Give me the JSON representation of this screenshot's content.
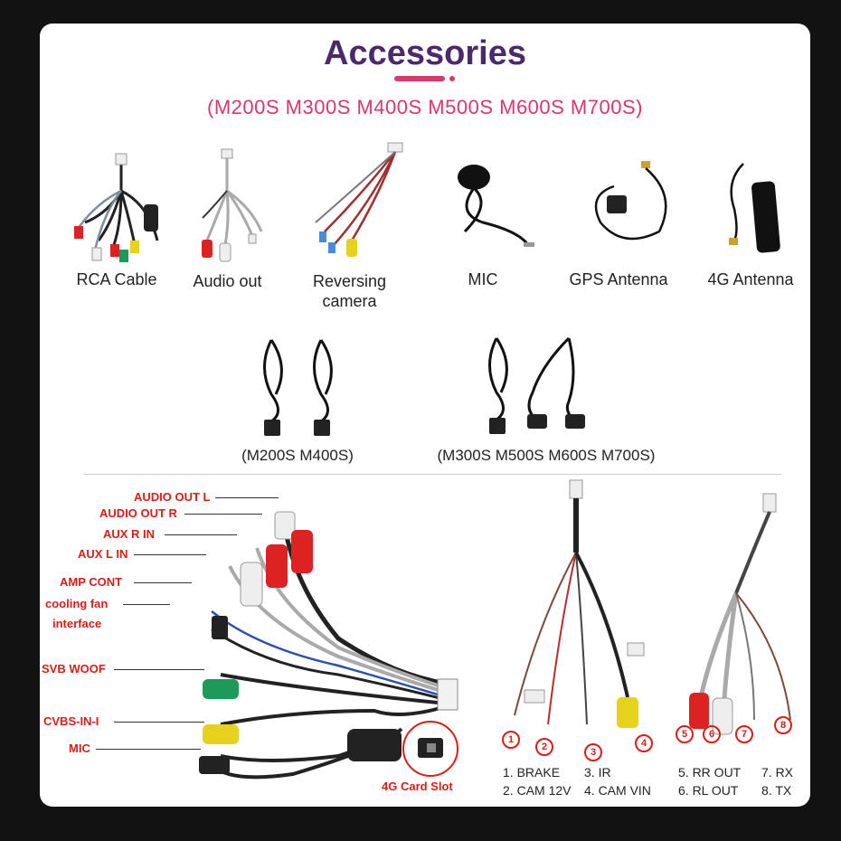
{
  "header": {
    "title": "Accessories",
    "models": "(M200S M300S M400S M500S M600S M700S)",
    "accent_color": "#d8386a",
    "title_color": "#4a2a6b"
  },
  "products": [
    {
      "label": "RCA Cable",
      "icon": "rca-cable-icon"
    },
    {
      "label": "Audio out",
      "icon": "audio-out-cable-icon"
    },
    {
      "label": "Reversing camera",
      "icon": "reversing-camera-cable-icon"
    },
    {
      "label": "MIC",
      "icon": "microphone-icon"
    },
    {
      "label": "GPS Antenna",
      "icon": "gps-antenna-icon"
    },
    {
      "label": "4G Antenna",
      "icon": "4g-antenna-icon"
    }
  ],
  "usb_cables": [
    {
      "label": "(M200S M400S)"
    },
    {
      "label": "(M300S M500S M600S M700S)"
    }
  ],
  "rca_diagram": {
    "labels": [
      "AUDIO OUT L",
      "AUDIO OUT R",
      "AUX R IN",
      "AUX L IN",
      "AMP CONT",
      "cooling fan",
      "interface",
      "SVB WOOF",
      "CVBS-IN-I",
      "MIC"
    ],
    "card_slot": "4G Card Slot",
    "label_color": "#d91e18"
  },
  "pin_diagram": {
    "numbers": [
      "1",
      "2",
      "3",
      "4",
      "5",
      "6",
      "7",
      "8"
    ],
    "legend": {
      "left_col1": "1. BRAKE",
      "left_col2": "2. CAM 12V",
      "mid_col1": "3. IR",
      "mid_col2": "4. CAM VIN",
      "right_col1": "5. RR OUT",
      "right_col2": "6. RL OUT",
      "far_col1": "7. RX",
      "far_col2": "8. TX"
    }
  }
}
